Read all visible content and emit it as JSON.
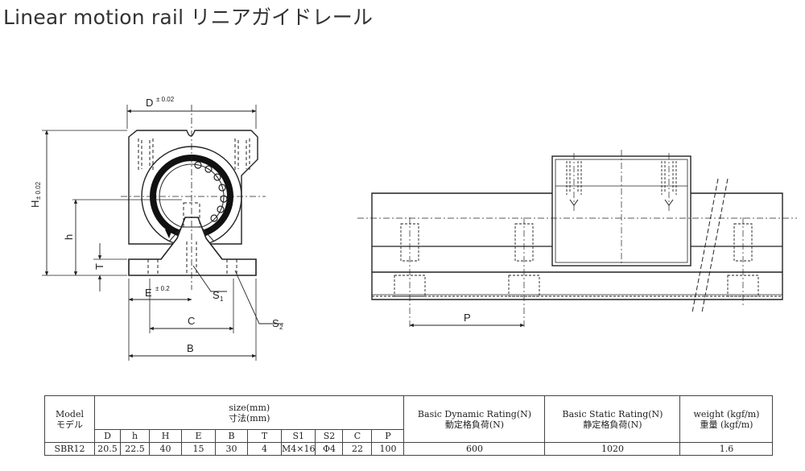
{
  "title": "Linear motion rail リニアガイドレール",
  "drawing": {
    "labels": {
      "D": "D",
      "D_tol": "± 0.02",
      "H": "H",
      "H_tol": "± 0.02",
      "h": "h",
      "T": "T",
      "E": "E",
      "E_tol": "± 0.2",
      "S1": "S",
      "S1_sub": "1",
      "S2": "S",
      "S2_sub": "2",
      "C": "C",
      "B": "B",
      "P": "P"
    },
    "icons": [
      "bearing-ball-track-icon",
      "rolling-ball-icon"
    ]
  },
  "table": {
    "model_label": [
      "Model",
      "モデル"
    ],
    "size_label": [
      "size(mm)",
      "寸法(mm)"
    ],
    "dynamic_label": [
      "Basic Dynamic Rating(N)",
      "動定格負荷(N)"
    ],
    "static_label": [
      "Basic Static Rating(N)",
      "静定格負荷(N)"
    ],
    "weight_label": [
      "weight (kgf/m)",
      "重量 (kgf/m)"
    ],
    "columns": [
      "D",
      "h",
      "H",
      "E",
      "B",
      "T",
      "S1",
      "S2",
      "C",
      "P"
    ],
    "rows": [
      {
        "model": "SBR12",
        "values": [
          "20.5",
          "22.5",
          "40",
          "15",
          "30",
          "4",
          "M4×16",
          "Φ4",
          "22",
          "100"
        ],
        "dynamic": "600",
        "static": "1020",
        "weight": "1.6"
      }
    ]
  }
}
